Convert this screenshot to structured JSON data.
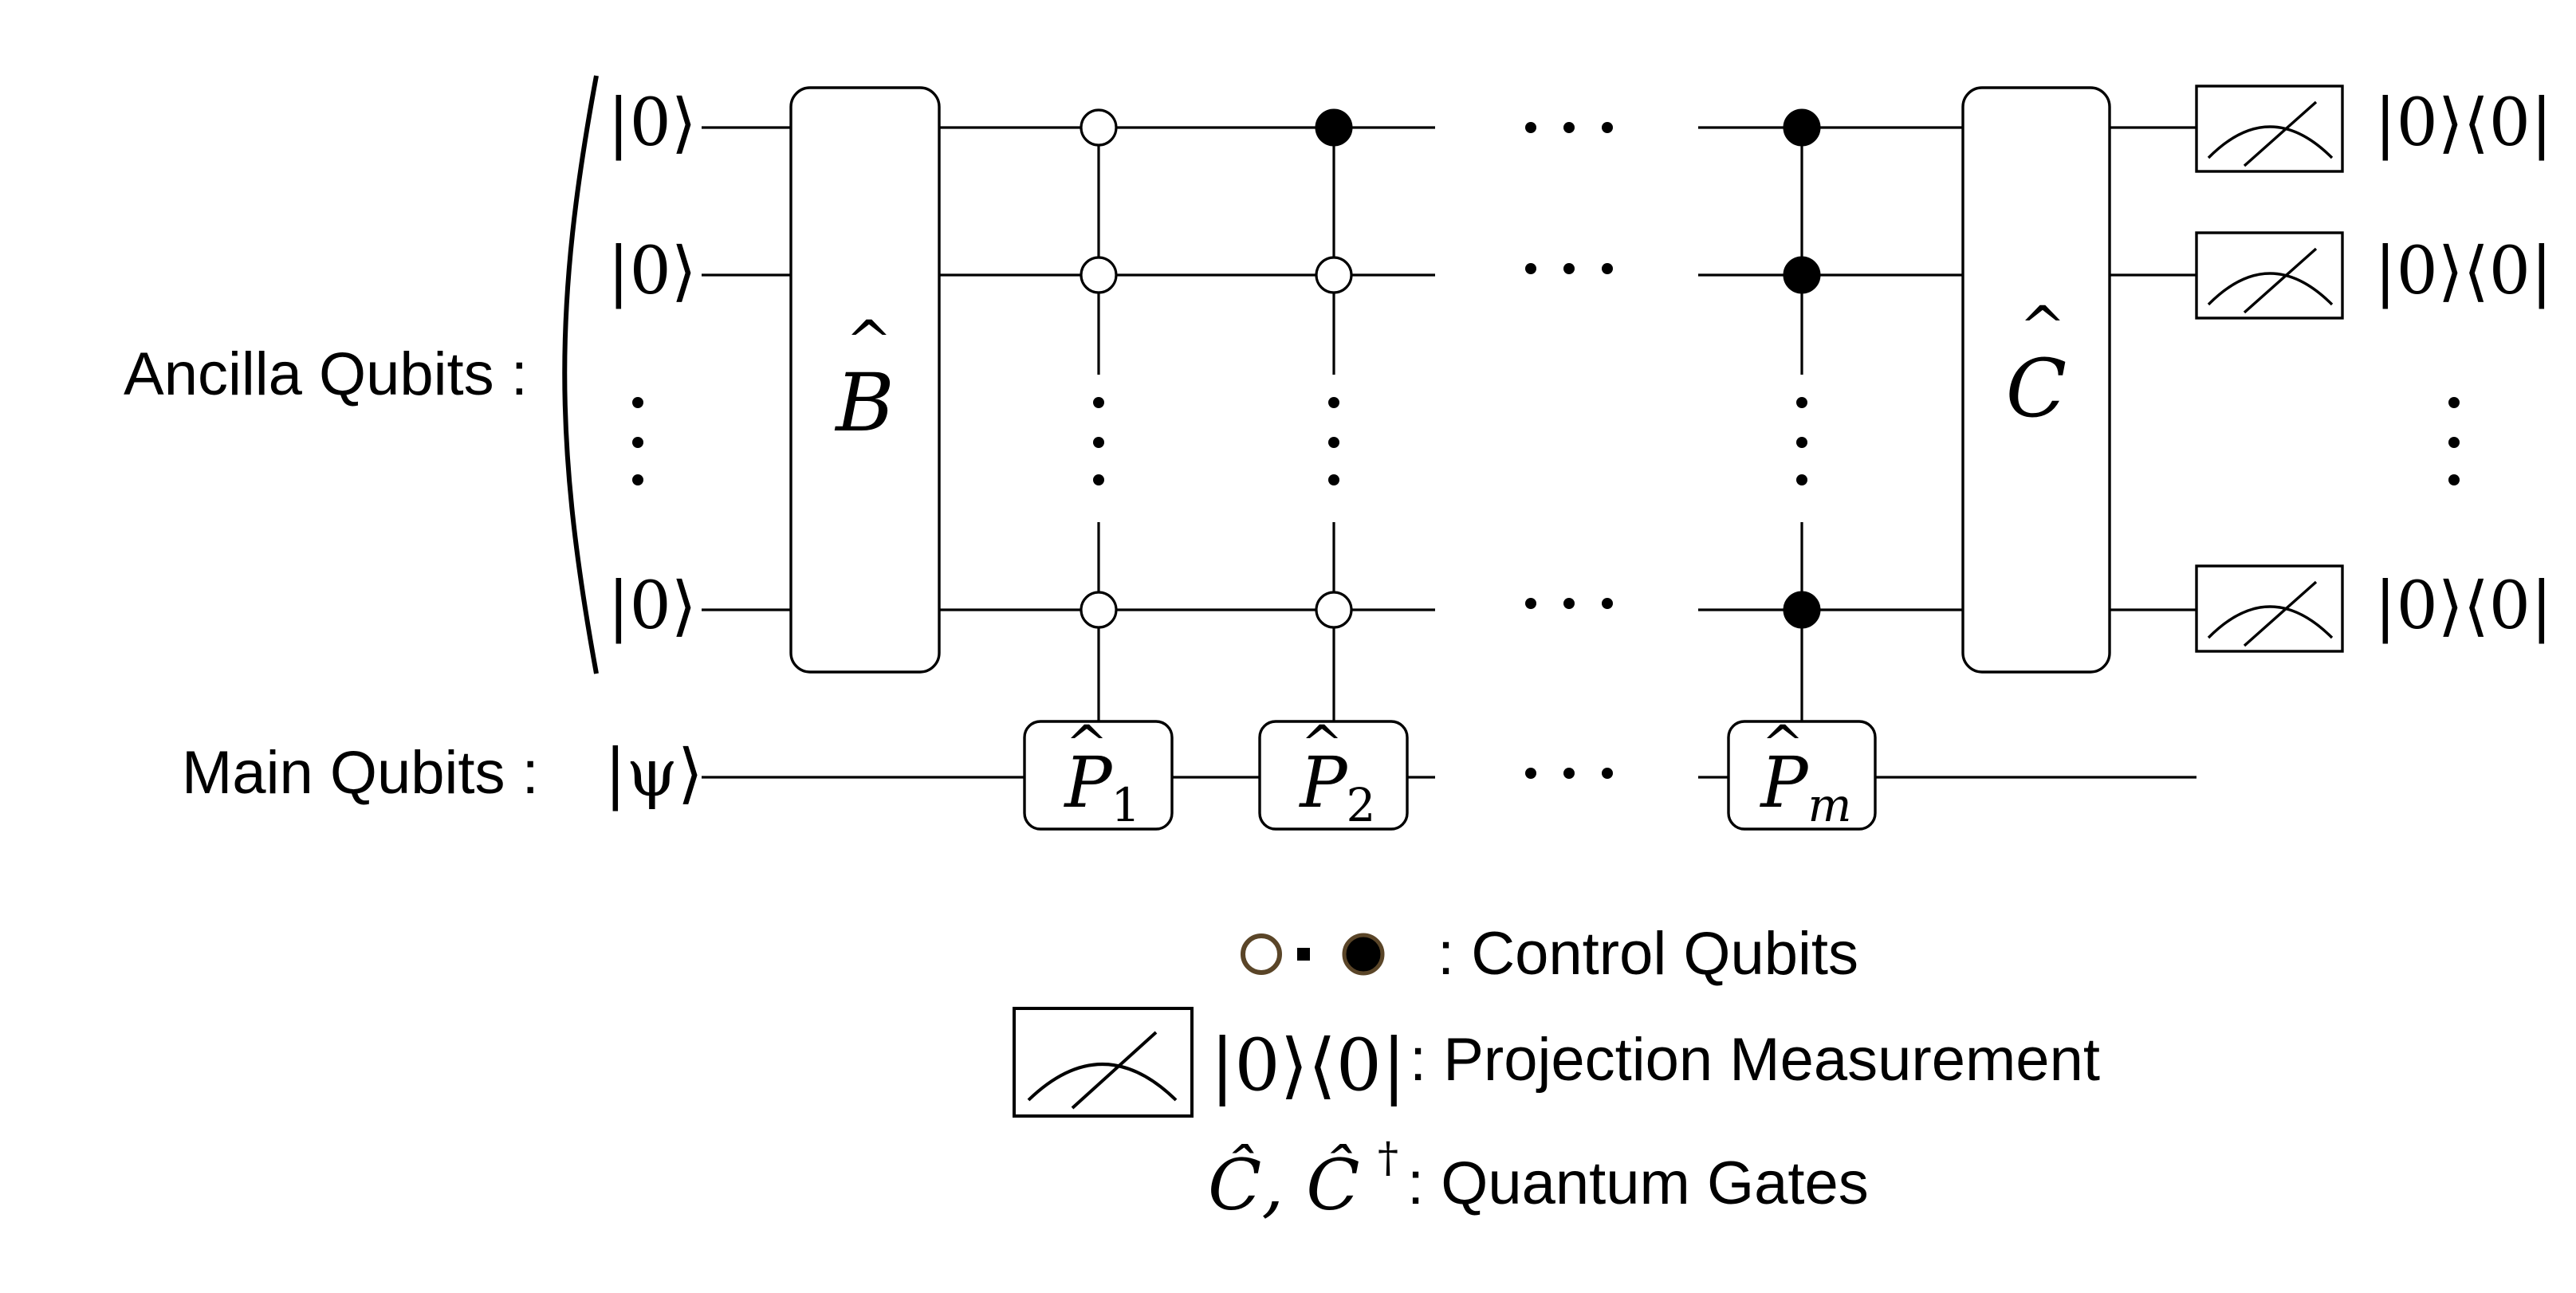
{
  "labels": {
    "ancilla": "Ancilla Qubits :",
    "main": "Main Qubits :"
  },
  "inputs": {
    "ancilla_ket": "|0⟩",
    "main_ket": "|ψ⟩"
  },
  "gates": {
    "B": "B",
    "C": "C",
    "P1": "P",
    "P1_sub": "1",
    "P2": "P",
    "P2_sub": "2",
    "Pm": "P",
    "Pm_sub": "m",
    "hat": "^"
  },
  "outputs": {
    "projector": "|0⟩⟨0|"
  },
  "legend": {
    "control_sep": "▪",
    "control_label": ": Control Qubits",
    "projector": "|0⟩⟨0|",
    "projection_label": ": Projection Measurement",
    "gates_math": "Ĉ, Ĉ",
    "gates_dagger": "†",
    "gates_label": ": Quantum Gates"
  },
  "colors": {
    "legend_circle_stroke": "#5a4528"
  }
}
